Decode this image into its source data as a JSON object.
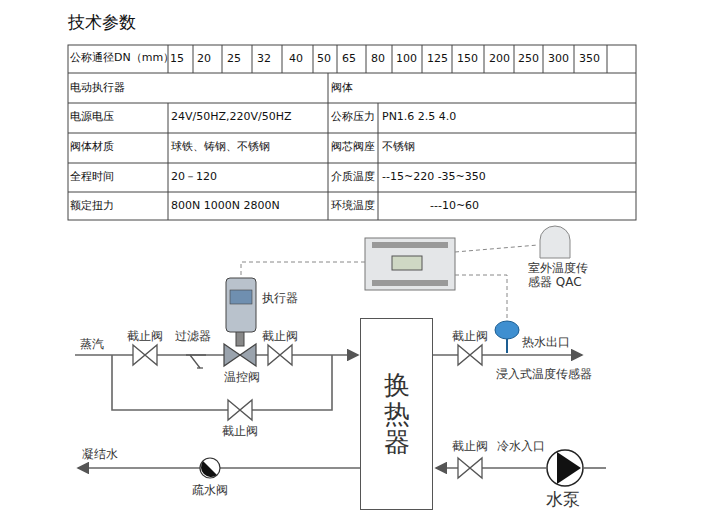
{
  "diagram": {
    "title": "技术参数",
    "nodes": [
      {
        "text": [
          "换热器"
        ]
      }
    ],
    "labels": [
      "公称通径DN（mm）",
      "15",
      "20",
      "25",
      "32",
      "40",
      "50",
      "65",
      "80",
      "100",
      "125",
      "150",
      "200",
      "250",
      "300",
      "350",
      "电动执行器",
      "阀体",
      "电源电压",
      "24V/50HZ,220V/50HZ",
      "公称压力",
      "PN1.6 2.5 4.0",
      "阀体材质",
      "球铁、铸钢、不锈钢",
      "阀芯阀座",
      "不锈钢",
      "全程时间",
      "20－120",
      "介质温度",
      "--15~220 -35~350",
      "额定扭力",
      "800N 1000N 2800N",
      "环境温度",
      "---10~60",
      "执行器",
      "蒸汽",
      "截止阀",
      "过滤器",
      "截止阀",
      "温控阀",
      "截止阀",
      "凝结水",
      "疏水阀",
      "室外温度传感器 QAC",
      "截止阀",
      "热水出口",
      "浸入式温度传感器",
      "截止阀",
      "冷水入口",
      "水泵"
    ]
  }
}
